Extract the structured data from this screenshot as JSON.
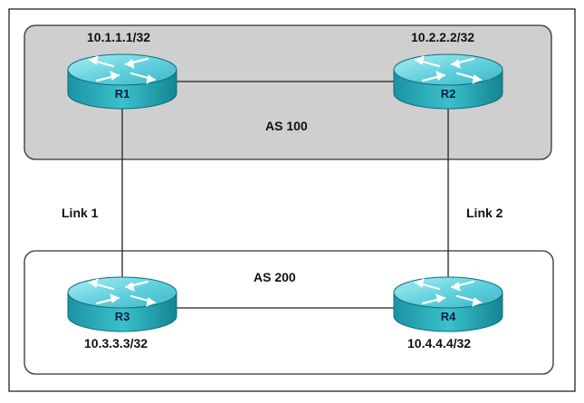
{
  "diagram": {
    "as_groups": [
      {
        "id": "as100",
        "label": "AS 100"
      },
      {
        "id": "as200",
        "label": "AS 200"
      }
    ],
    "routers": [
      {
        "id": "r1",
        "name": "R1",
        "address": "10.1.1.1/32"
      },
      {
        "id": "r2",
        "name": "R2",
        "address": "10.2.2.2/32"
      },
      {
        "id": "r3",
        "name": "R3",
        "address": "10.3.3.3/32"
      },
      {
        "id": "r4",
        "name": "R4",
        "address": "10.4.4.4/32"
      }
    ],
    "links": [
      {
        "id": "l1",
        "from": "R1",
        "to": "R3",
        "label": "Link 1"
      },
      {
        "id": "l2",
        "from": "R2",
        "to": "R4",
        "label": "Link 2"
      },
      {
        "id": "l3",
        "from": "R1",
        "to": "R2",
        "label": ""
      },
      {
        "id": "l4",
        "from": "R3",
        "to": "R4",
        "label": ""
      }
    ]
  }
}
